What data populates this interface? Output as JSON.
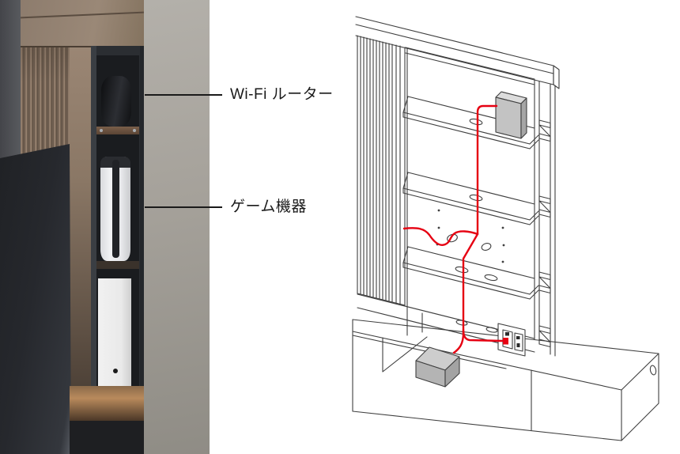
{
  "annotations": [
    {
      "label": "Wi-Fi ルーター"
    },
    {
      "label": "ゲーム機器"
    }
  ],
  "colors": {
    "cable_red": "#e60012",
    "diagram_line": "#3f3f3f",
    "label_text": "#1a1a1a",
    "router_box_gray": "#c3c3c3",
    "device_box_gray": "#b4b4b4",
    "concrete_wall": "#a6a29b",
    "wood_panel": "#8a7666"
  },
  "diagram": {
    "parts": [
      "top-beam",
      "louver-panel",
      "back-panel",
      "shelf-top",
      "shelf-middle",
      "shelf-bottom",
      "right-frame",
      "tv-board",
      "wifi-router-box",
      "game-device-box",
      "power-outlet",
      "cable-route"
    ]
  },
  "photo": {
    "parts": [
      "dark-wall",
      "louver-panel",
      "wood-panel",
      "storage-column",
      "wifi-router-device",
      "game-console-device",
      "white-device",
      "tv-screen",
      "concrete-wall"
    ]
  }
}
